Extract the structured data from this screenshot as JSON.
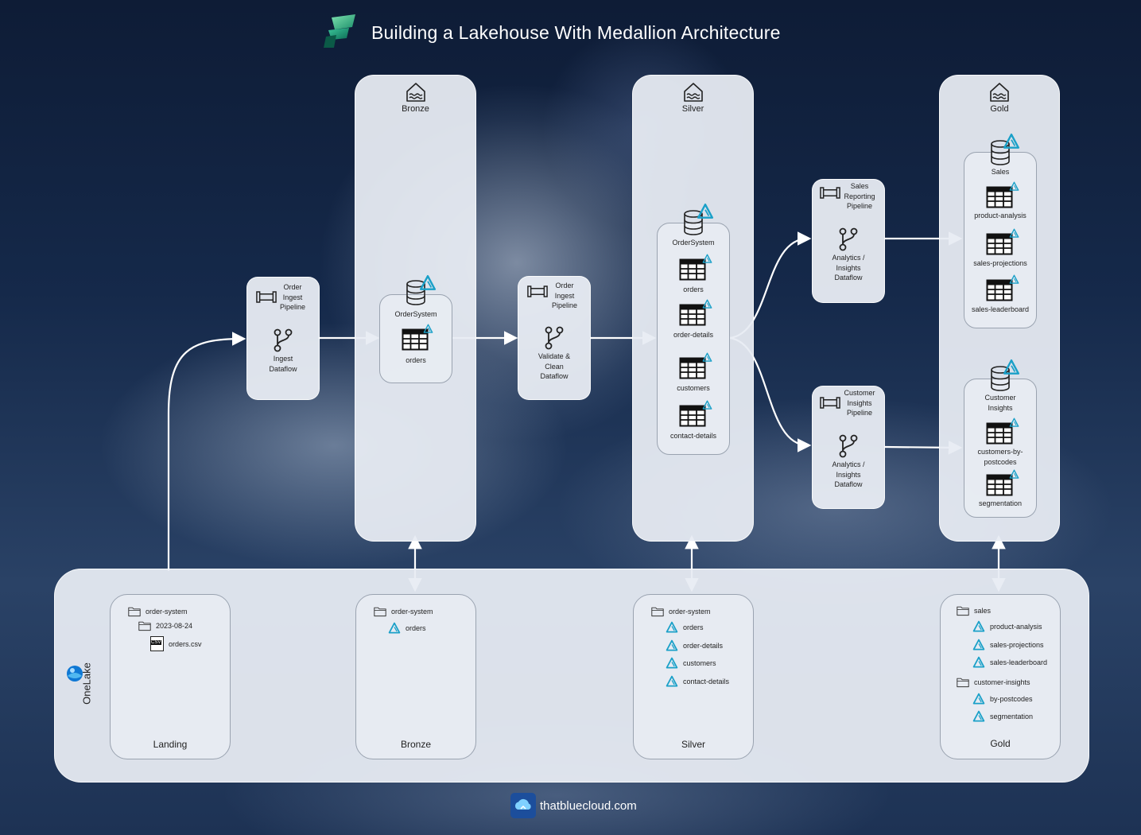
{
  "title": "Building a Lakehouse With Medallion Architecture",
  "footer": {
    "site": "thatbluecloud.com"
  },
  "colors": {
    "accent": "#1aa0c8",
    "panel": "#e8ecf3",
    "arrow": "#ffffff"
  },
  "lakehouses": {
    "bronze": {
      "label": "Bronze",
      "db": "OrderSystem",
      "tables": [
        "orders"
      ]
    },
    "silver": {
      "label": "Silver",
      "db": "OrderSystem",
      "tables": [
        "orders",
        "order-details",
        "customers",
        "contact-details"
      ]
    },
    "gold": {
      "label": "Gold",
      "sales": {
        "db": "Sales",
        "tables": [
          "product-analysis",
          "sales-projections",
          "sales-leaderboard"
        ]
      },
      "insights": {
        "db": "Customer\nInsights",
        "tables": [
          "customers-by-\npostcodes",
          "segmentation"
        ]
      }
    }
  },
  "pipelines": {
    "p1": {
      "pipeline": "Order\nIngest\nPipeline",
      "dataflow": "Ingest\nDataflow"
    },
    "p2": {
      "pipeline": "Order\nIngest\nPipeline",
      "dataflow": "Validate &\nClean\nDataflow"
    },
    "p3": {
      "pipeline": "Sales\nReporting\nPipeline",
      "dataflow": "Analytics /\nInsights\nDataflow"
    },
    "p4": {
      "pipeline": "Customer\nInsights\nPipeline",
      "dataflow": "Analytics /\nInsights\nDataflow"
    }
  },
  "onelake": {
    "label": "OneLake",
    "landing": {
      "label": "Landing",
      "folder": "order-system",
      "subfolder": "2023-08-24",
      "file": "orders.csv",
      "file_badge": "CSV"
    },
    "bronze": {
      "label": "Bronze",
      "folder": "order-system",
      "items": [
        "orders"
      ]
    },
    "silver": {
      "label": "Silver",
      "folder": "order-system",
      "items": [
        "orders",
        "order-details",
        "customers",
        "contact-details"
      ]
    },
    "gold": {
      "label": "Gold",
      "folder1": "sales",
      "items1": [
        "product-analysis",
        "sales-projections",
        "sales-leaderboard"
      ],
      "folder2": "customer-insights",
      "items2": [
        "by-postcodes",
        "segmentation"
      ]
    }
  }
}
